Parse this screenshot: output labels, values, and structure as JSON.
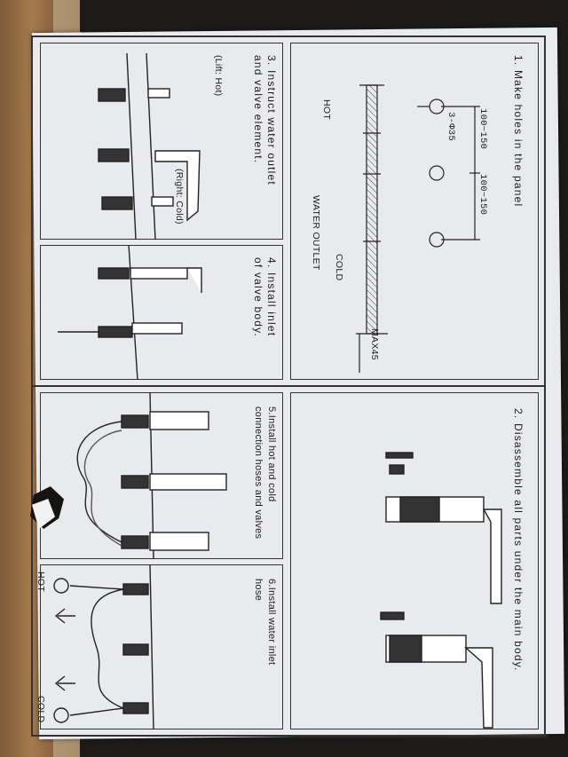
{
  "steps": [
    {
      "num": "1.",
      "text": "Make holes in the panel"
    },
    {
      "num": "2.",
      "text": "Disassemble all parts under the main body."
    },
    {
      "num": "3.",
      "line1": "Instruct water outlet",
      "line2": "and valve element."
    },
    {
      "num": "4.",
      "line1": "Install inlet",
      "line2": "of valve body."
    },
    {
      "num": "5.",
      "line1": "Install hot and cold",
      "line2": "connection hoses and valves"
    },
    {
      "num": "6.",
      "line1": "Install water inlet",
      "line2": "hose"
    }
  ],
  "dimensions": {
    "spacing_left": "100~150",
    "spacing_right": "100~150",
    "holes": "3-Φ35",
    "max_thickness": "MAX45"
  },
  "labels": {
    "hot": "HOT",
    "cold": "COLD",
    "water_outlet": "WATER OUTLET",
    "left_hot": "(Lift: Hot)",
    "right_cold": "(Right: Cold)",
    "hot_arrow": "HOT",
    "cold_arrow": "COLD"
  }
}
